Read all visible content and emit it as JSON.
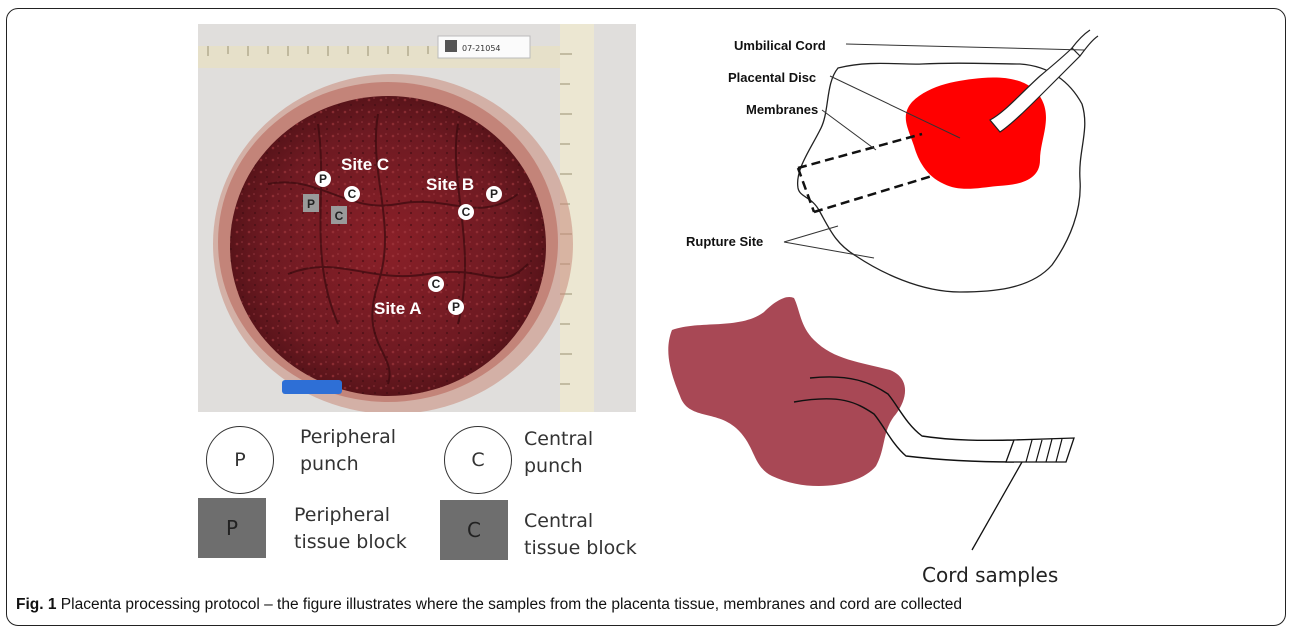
{
  "photo": {
    "site_c_label": "Site C",
    "site_b_label": "Site B",
    "site_a_label": "Site A",
    "punch_p": "P",
    "punch_c": "C",
    "block_p": "P",
    "block_c": "C",
    "specimen_tag": "07-21054"
  },
  "legend": {
    "peripheral_punch": {
      "symbol": "P",
      "line1": "Peripheral",
      "line2": "punch"
    },
    "central_punch": {
      "symbol": "C",
      "line1": "Central",
      "line2": "punch"
    },
    "peripheral_block": {
      "symbol": "P",
      "line1": "Peripheral",
      "line2": "tissue block"
    },
    "central_block": {
      "symbol": "C",
      "line1": "Central",
      "line2": "tissue block"
    }
  },
  "diagram": {
    "umbilical_cord": "Umbilical Cord",
    "placental_disc": "Placental Disc",
    "membranes": "Membranes",
    "rupture_site": "Rupture Site",
    "disc_color": "#ff0000"
  },
  "cord_diagram": {
    "label": "Cord samples",
    "placenta_color": "#a84855"
  },
  "caption": {
    "label": "Fig. 1",
    "text": " Placenta processing protocol – the figure illustrates where the samples from the placenta tissue, membranes and cord are collected"
  }
}
